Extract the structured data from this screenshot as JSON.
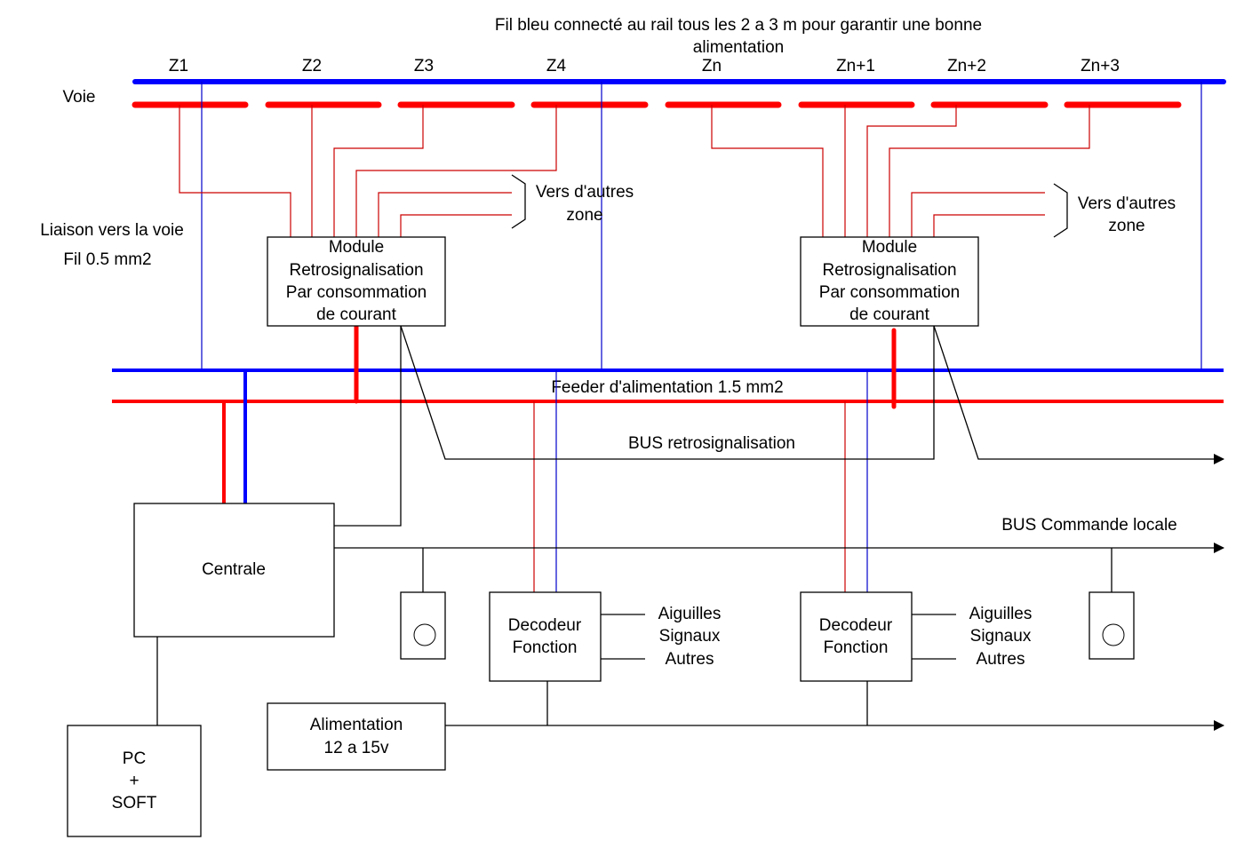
{
  "title": {
    "line1": "Fil bleu connecté au rail tous les 2 a 3 m pour garantir une bonne",
    "line2": "alimentation"
  },
  "track": {
    "label": "Voie",
    "zones": [
      "Z1",
      "Z2",
      "Z3",
      "Z4",
      "Zn",
      "Zn+1",
      "Zn+2",
      "Zn+3"
    ]
  },
  "wiring_note": {
    "line1": "Liaison vers la voie",
    "line2": "Fil 0.5 mm2"
  },
  "modules": [
    {
      "lines": [
        "Module",
        "Retrosignalisation",
        "Par consommation",
        "de courant"
      ],
      "other_zones": [
        "Vers d'autres",
        "zone"
      ]
    },
    {
      "lines": [
        "Module",
        "Retrosignalisation",
        "Par consommation",
        "de courant"
      ],
      "other_zones": [
        "Vers d'autres",
        "zone"
      ]
    }
  ],
  "feeder": {
    "label": "Feeder d'alimentation 1.5 mm2"
  },
  "bus_retro": {
    "label": "BUS retrosignalisation"
  },
  "bus_local": {
    "label": "BUS Commande locale"
  },
  "centrale": {
    "label": "Centrale"
  },
  "decoders": [
    {
      "lines": [
        "Decodeur",
        "Fonction"
      ],
      "outputs": [
        "Aiguilles",
        "Signaux",
        "Autres"
      ]
    },
    {
      "lines": [
        "Decodeur",
        "Fonction"
      ],
      "outputs": [
        "Aiguilles",
        "Signaux",
        "Autres"
      ]
    }
  ],
  "power_supply": {
    "lines": [
      "Alimentation",
      "12 a 15v"
    ]
  },
  "pc": {
    "lines": [
      "PC",
      "+",
      "SOFT"
    ]
  },
  "colors": {
    "rail_blue": "#0000ff",
    "rail_red": "#ff0000",
    "wire_red": "#cc0000",
    "wire_blue": "#0000cc",
    "line": "#000000"
  }
}
